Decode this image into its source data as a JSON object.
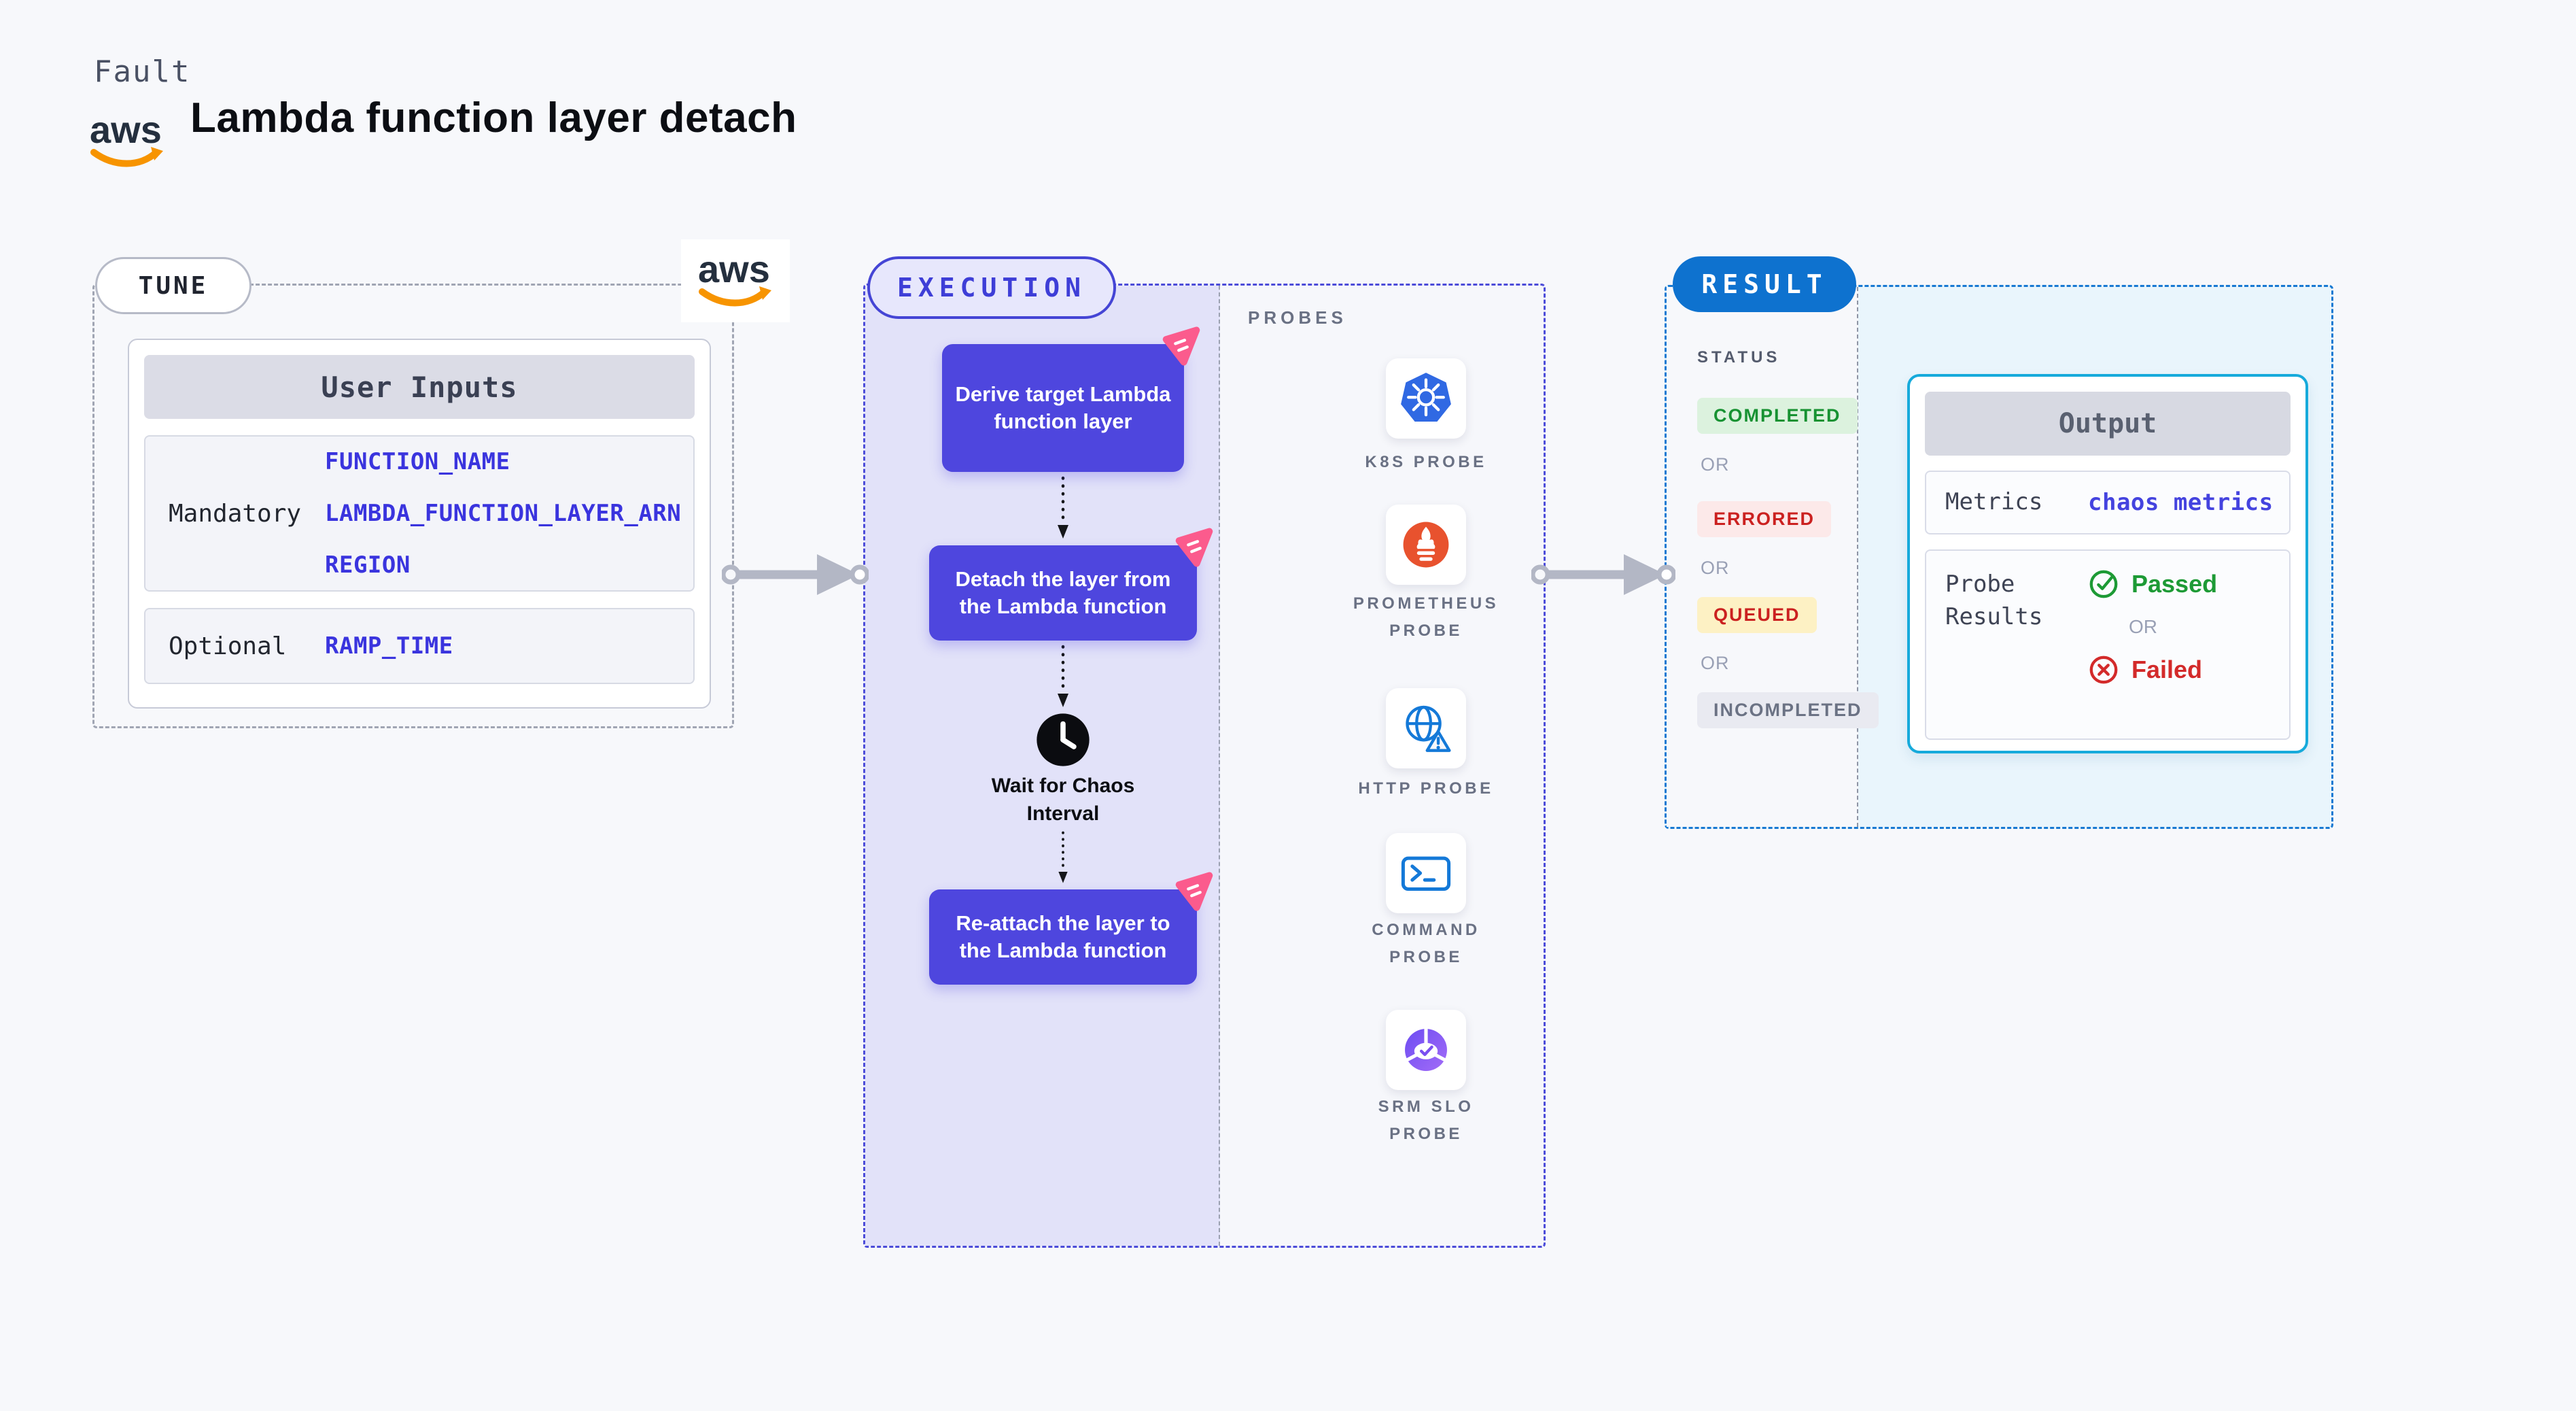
{
  "header": {
    "kicker": "Fault",
    "title": "Lambda function layer detach"
  },
  "logos": {
    "aws": "aws"
  },
  "tune": {
    "label": "TUNE",
    "table": {
      "header": "User Inputs",
      "rows": [
        {
          "label": "Mandatory",
          "values": [
            "FUNCTION_NAME",
            "LAMBDA_FUNCTION_LAYER_ARN",
            "REGION"
          ]
        },
        {
          "label": "Optional",
          "values": [
            "RAMP_TIME"
          ]
        }
      ]
    }
  },
  "execution": {
    "label": "EXECUTION",
    "steps": [
      {
        "type": "fault",
        "text": "Derive target Lambda function layer"
      },
      {
        "type": "fault",
        "text": "Detach the layer from the Lambda function"
      },
      {
        "type": "wait",
        "text": "Wait for Chaos Interval"
      },
      {
        "type": "fault",
        "text": "Re-attach the layer to the Lambda function"
      }
    ]
  },
  "probes": {
    "label": "PROBES",
    "items": [
      {
        "name": "K8S PROBE",
        "icon": "kubernetes-icon"
      },
      {
        "name": "PROMETHEUS PROBE",
        "icon": "prometheus-icon"
      },
      {
        "name": "HTTP PROBE",
        "icon": "http-globe-icon"
      },
      {
        "name": "COMMAND PROBE",
        "icon": "terminal-icon"
      },
      {
        "name": "SRM SLO PROBE",
        "icon": "slo-donut-icon"
      }
    ]
  },
  "result": {
    "label": "RESULT",
    "status": {
      "label": "STATUS",
      "separator": "OR",
      "badges": [
        "COMPLETED",
        "ERRORED",
        "QUEUED",
        "INCOMPLETED"
      ]
    },
    "output": {
      "header": "Output",
      "metrics_label": "Metrics",
      "metrics_value": "chaos metrics",
      "probe_results_label": "Probe Results",
      "passed": "Passed",
      "separator": "OR",
      "failed": "Failed"
    }
  },
  "colors": {
    "page_bg": "#f7f8fb",
    "indigo_accent": "#4c4cd9",
    "step_box": "#4e46de",
    "execution_bg": "#e2e2f9",
    "result_pill_blue": "#0e72cf",
    "result_border_blue": "#1879d2",
    "output_border_cyan": "#16aadb",
    "value_blue": "#3a34de",
    "completed_green": "#179232",
    "errored_red": "#cb2120",
    "queued_bg": "#fdf1c4",
    "passed_green": "#1d9a35",
    "failed_red": "#d32a2a",
    "chaos_pink": "#fb5b8d",
    "aws_orange": "#f79400"
  }
}
